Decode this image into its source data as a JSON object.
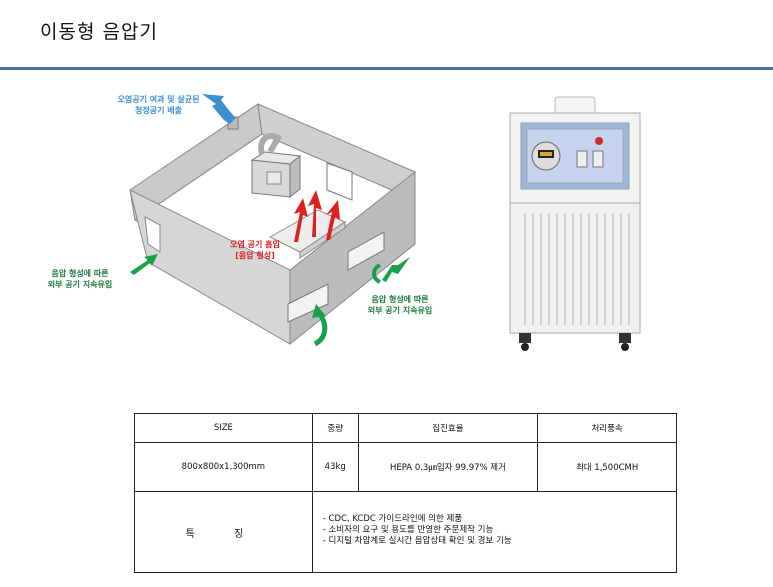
{
  "page": {
    "title": "이동형 음압기"
  },
  "diagram": {
    "exhaust_label": [
      "오염공기 여과 및 살균된",
      "청정공기 배출"
    ],
    "intake_red_label": [
      "오염 공기 흡입",
      "[음압 형성]"
    ],
    "inflow_left_label": [
      "음압 형성에 따른",
      "외부 공기 지속유입"
    ],
    "inflow_right_label": [
      "음압 형성에 따른",
      "외부 공기 지속유입"
    ],
    "colors": {
      "exhaust": "#3f8fd0",
      "intake": "#e02020",
      "inflow": "#19a04a"
    }
  },
  "spec_table": {
    "headers": [
      "SIZE",
      "중량",
      "집진효율",
      "처리풍속"
    ],
    "values": [
      "800x800x1,300mm",
      "43kg",
      "HEPA 0.3㎛입자 99.97% 제거",
      "최대 1,500CMH"
    ],
    "feature_label": "특 징",
    "features": [
      "- CDC, KCDC 가이드라인에 의한 제품",
      "- 소비자의 요구 및 용도를 반영한 주문제작 기능",
      "- 디지털 차압계로 실시간 음압상태 확인 및 경보 기능"
    ]
  }
}
